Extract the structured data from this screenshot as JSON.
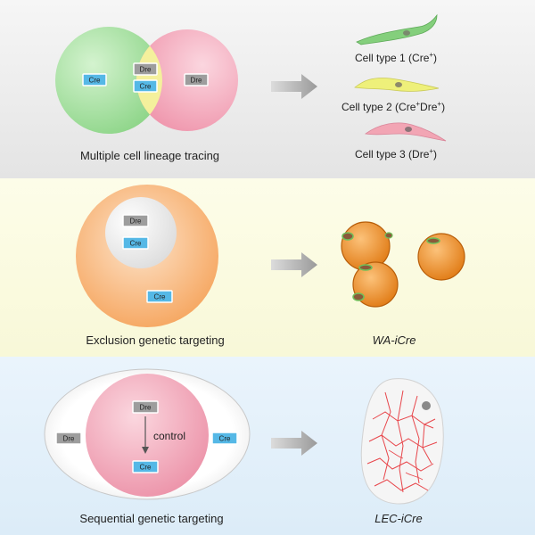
{
  "panel1": {
    "caption": "Multiple cell lineage tracing",
    "venn": {
      "left_tag": "Cre",
      "center_top_tag": "Dre",
      "center_bottom_tag": "Cre",
      "right_tag": "Dre"
    },
    "cell_types": [
      {
        "label": "Cell type 1 (Cre",
        "sup": "+",
        "tail": ")"
      },
      {
        "label": "Cell type 2 (Cre",
        "sup": "+",
        "mid": "Dre",
        "sup2": "+",
        "tail": ")"
      },
      {
        "label": "Cell type 3 (Dre",
        "sup": "+",
        "tail": ")"
      }
    ],
    "colors": {
      "background": "#ececec",
      "green": "#8fd88a",
      "pink": "#f4a3b6",
      "yellow": "#f4f0a0"
    }
  },
  "panel2": {
    "caption": "Exclusion genetic targeting",
    "inner_top_tag": "Dre",
    "inner_bottom_tag": "Cre",
    "outer_tag": "Cre",
    "result_label": "WA-iCre",
    "colors": {
      "background": "#fbfbe3",
      "orange": "#f7a860"
    }
  },
  "panel3": {
    "caption": "Sequential genetic targeting",
    "top_tag": "Dre",
    "bottom_tag": "Cre",
    "left_tag": "Dre",
    "right_tag": "Cre",
    "arrow_label": "control",
    "result_label": "LEC-iCre",
    "colors": {
      "background": "#e7f2fb",
      "pink": "#ef9db0"
    }
  },
  "tag_colors": {
    "cre": "#55b8e6",
    "dre": "#9d9d9d"
  }
}
